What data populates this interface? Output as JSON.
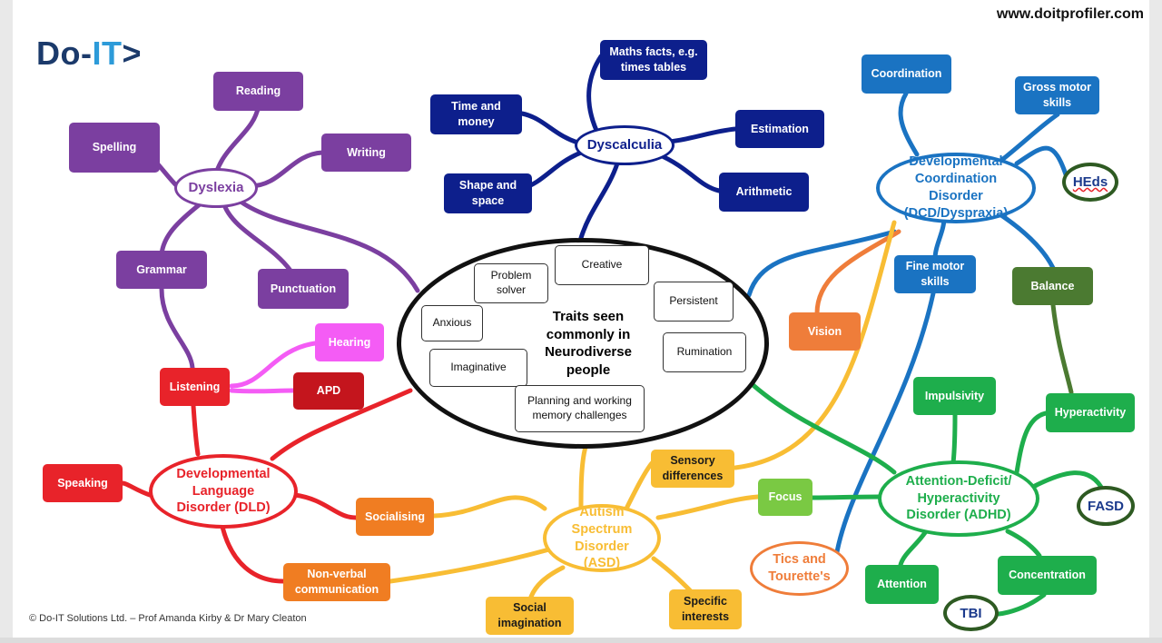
{
  "header": {
    "url": "www.doitprofiler.com"
  },
  "logo": {
    "main": "Do-",
    "accent": "IT",
    "suffix": ">"
  },
  "footer": {
    "copyright": "© Do-IT Solutions Ltd. – Prof Amanda Kirby & Dr Mary Cleaton"
  },
  "center": {
    "title": "Traits seen commonly in Neurodiverse people",
    "traits": [
      "Problem solver",
      "Creative",
      "Persistent",
      "Anxious",
      "Rumination",
      "Imaginative",
      "Planning and working memory challenges"
    ]
  },
  "hubs": {
    "dyslexia": "Dyslexia",
    "dyscalculia": "Dyscalculia",
    "dcd": "Developmental Coordination Disorder (DCD/Dyspraxia)",
    "dld": "Developmental Language Disorder (DLD)",
    "asd": "Autism Spectrum Disorder (ASD)",
    "adhd": "Attention-Deficit/ Hyperactivity Disorder (ADHD)",
    "tics": "Tics and Tourette's"
  },
  "nodes": {
    "reading": "Reading",
    "spelling": "Spelling",
    "writing": "Writing",
    "grammar": "Grammar",
    "punctuation": "Punctuation",
    "maths_facts": "Maths facts, e.g. times tables",
    "time_money": "Time and money",
    "estimation": "Estimation",
    "shape_space": "Shape and space",
    "arithmetic": "Arithmetic",
    "coordination": "Coordination",
    "gross_motor": "Gross motor skills",
    "fine_motor": "Fine motor skills",
    "balance": "Balance",
    "vision": "Vision",
    "hearing": "Hearing",
    "listening": "Listening",
    "apd": "APD",
    "speaking": "Speaking",
    "socialising": "Socialising",
    "non_verbal": "Non-verbal communication",
    "sensory": "Sensory differences",
    "social_imagination": "Social imagination",
    "specific_interests": "Specific interests",
    "focus": "Focus",
    "impulsivity": "Impulsivity",
    "hyperactivity": "Hyperactivity",
    "attention": "Attention",
    "concentration": "Concentration"
  },
  "rings": {
    "heds": "HEds",
    "fasd": "FASD",
    "tbi": "TBI"
  },
  "colors": {
    "purple": "#7b3fa0",
    "navy": "#0d1f8c",
    "blue": "#1a73c2",
    "green": "#1eae4c",
    "red": "#e8232a",
    "pink": "#f45cf5",
    "orange": "#ef7d3a",
    "yellow": "#f8bd34",
    "olive": "#4b7a31"
  },
  "icons": [
    "heds-ring",
    "fasd-ring",
    "tbi-ring"
  ]
}
